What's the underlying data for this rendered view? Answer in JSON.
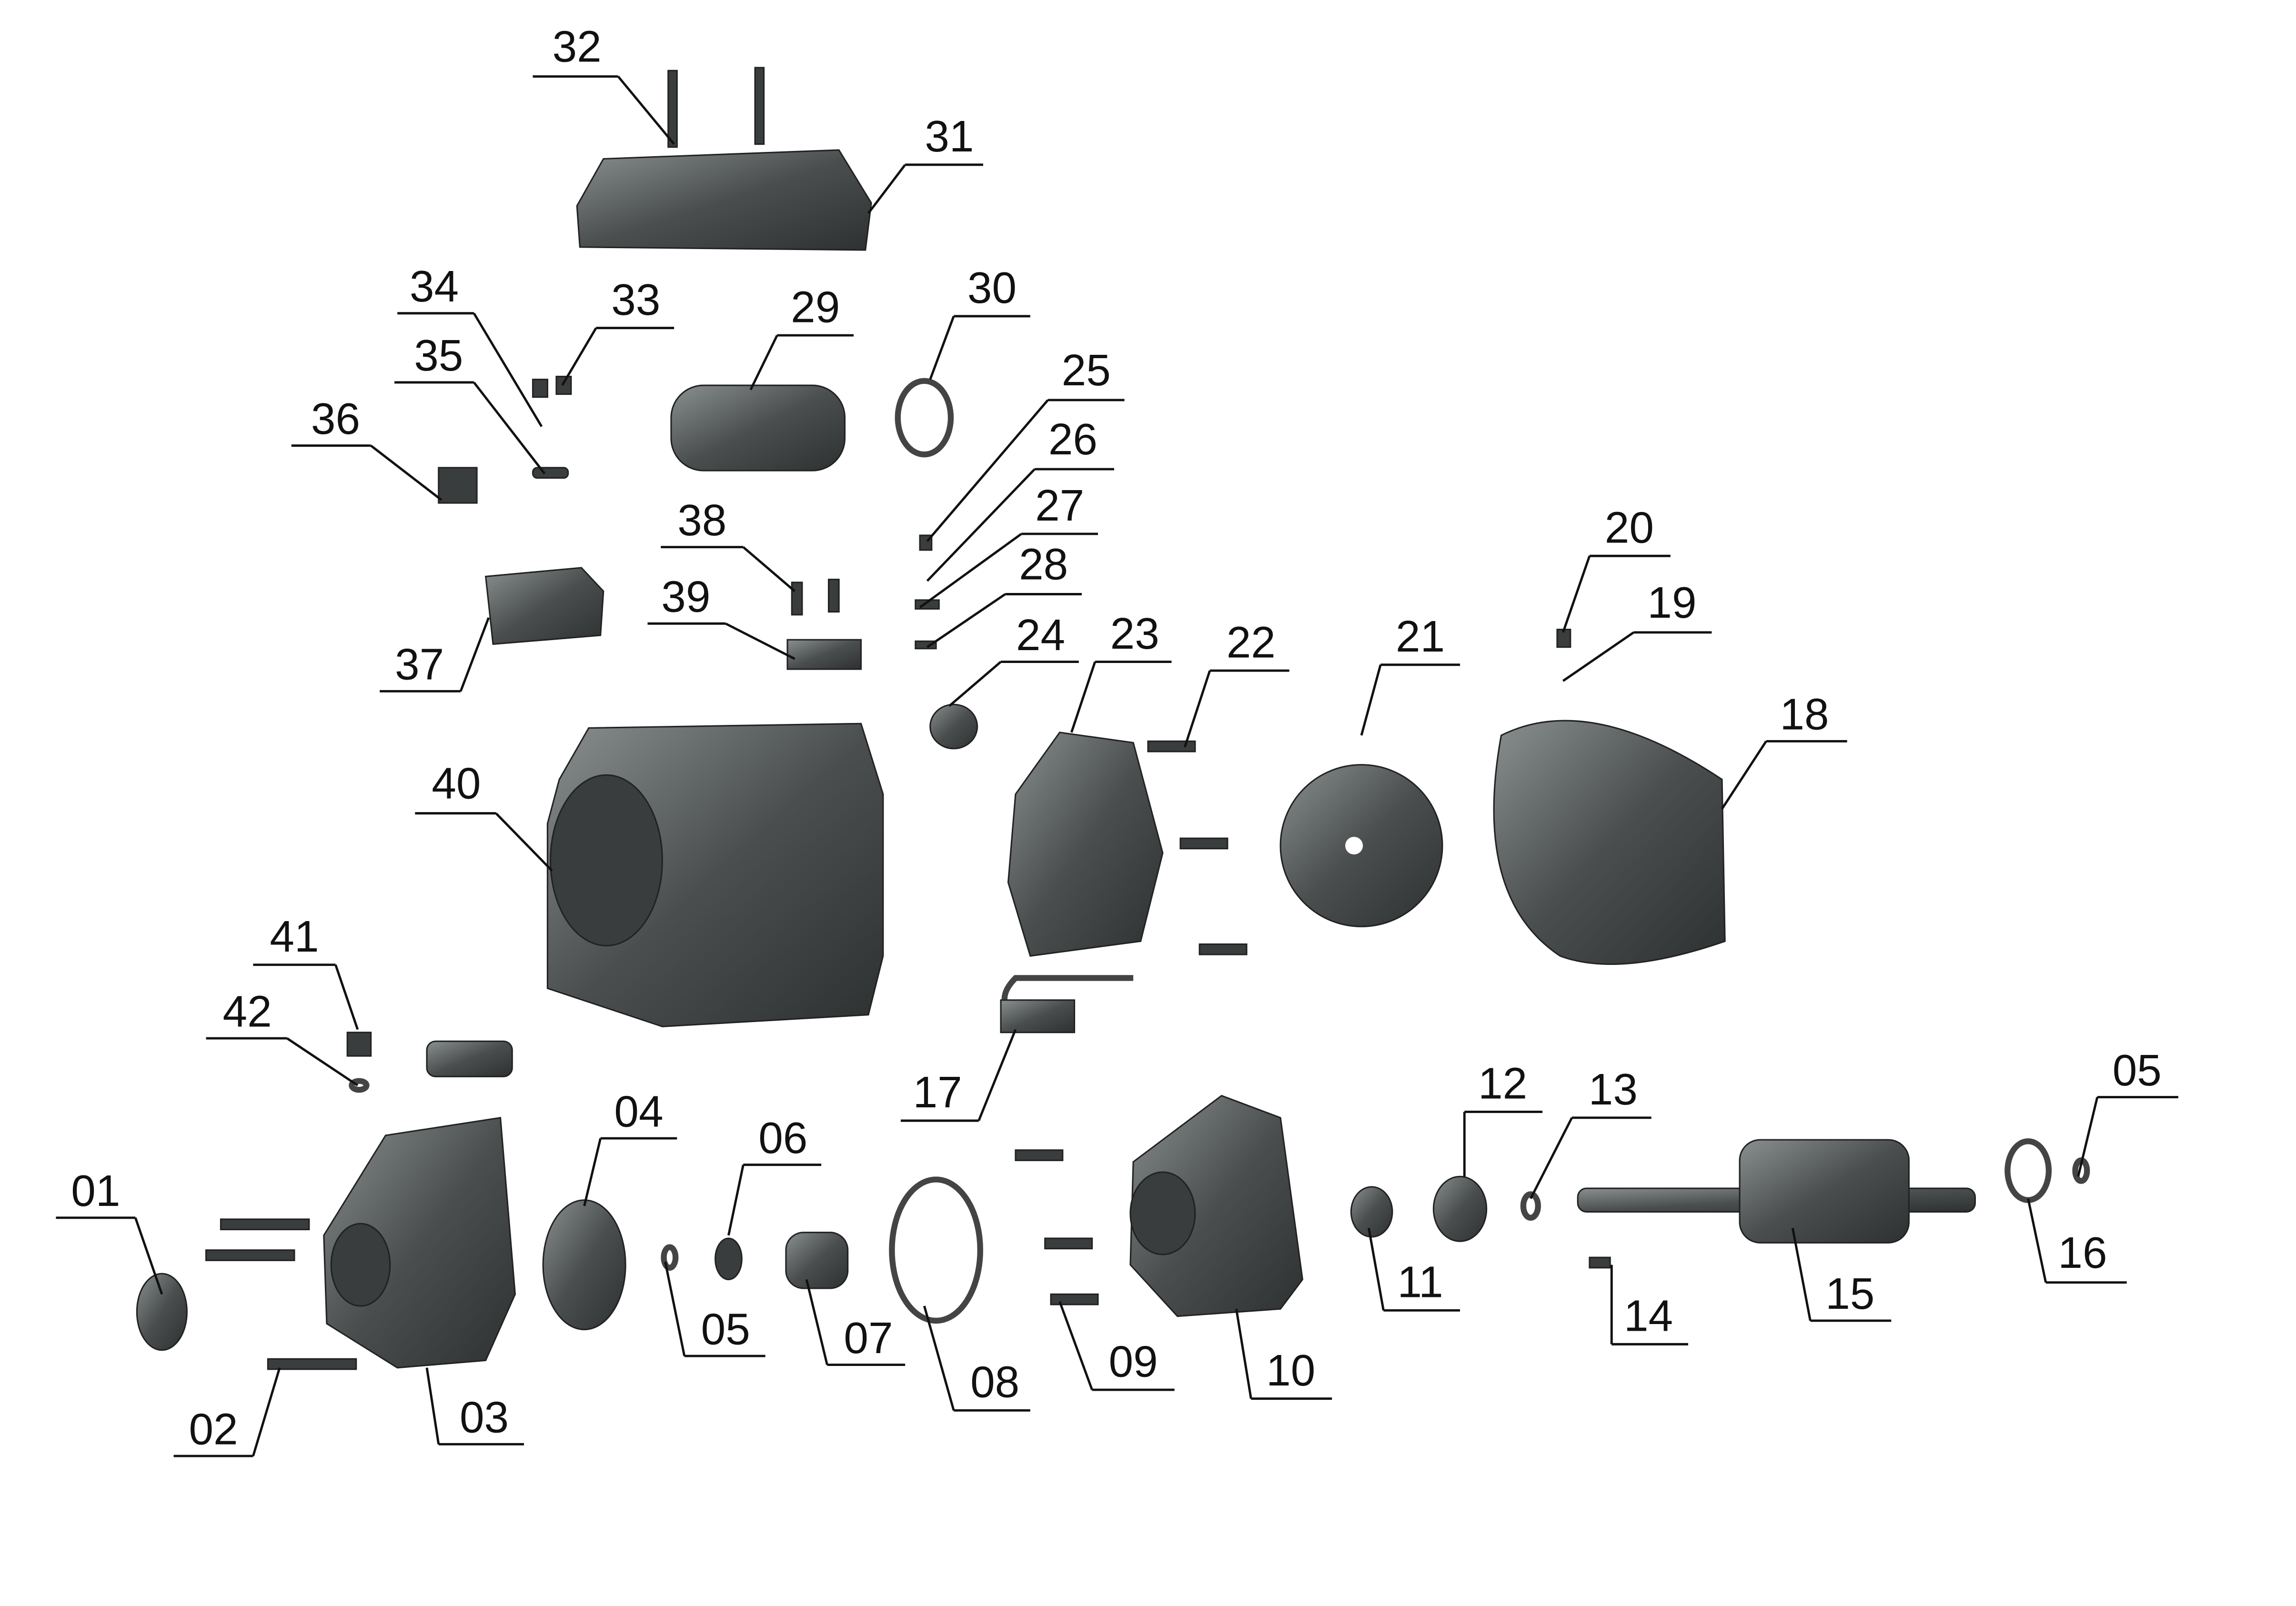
{
  "diagram": {
    "type": "exploded-parts-view",
    "labels": [
      "32",
      "31",
      "34",
      "33",
      "29",
      "30",
      "35",
      "25",
      "36",
      "26",
      "27",
      "38",
      "28",
      "20",
      "39",
      "19",
      "24",
      "23",
      "22",
      "21",
      "37",
      "18",
      "40",
      "41",
      "42",
      "17",
      "12",
      "13",
      "05",
      "04",
      "06",
      "01",
      "16",
      "11",
      "14",
      "15",
      "05",
      "07",
      "09",
      "10",
      "08",
      "03",
      "02"
    ]
  },
  "colors": {
    "part": "#4a4e4e",
    "part_light": "#8a8f8f",
    "line": "#111111",
    "background": "#ffffff"
  }
}
